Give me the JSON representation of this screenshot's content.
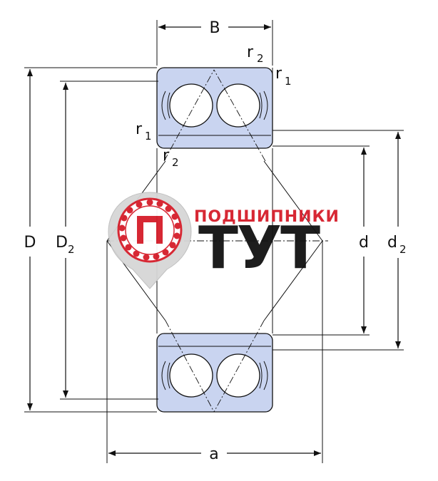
{
  "labels": {
    "B": "B",
    "r2_top": "2",
    "r1_top": "1",
    "r1_left": "1",
    "r2_left": "2",
    "r_letter": "r",
    "D": "D",
    "D2_main": "D",
    "D2_sub": "2",
    "d": "d",
    "d2_main": "d",
    "d2_sub": "2",
    "a": "a"
  },
  "brand": {
    "line1": "ПОДШИПНИКИ",
    "line2": "ТУТ",
    "red": "#d51d2a"
  },
  "colors": {
    "ring_fill": "#c9d4f0",
    "stroke": "#111111"
  }
}
